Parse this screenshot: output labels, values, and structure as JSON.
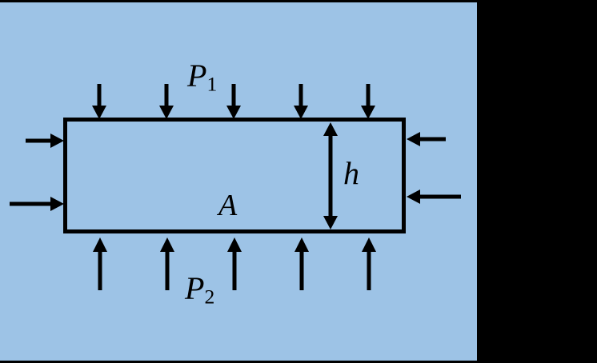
{
  "colors": {
    "fluid_blue": "#9DC3E6",
    "ink_black": "#000000",
    "backdrop_black": "#000000"
  },
  "labels": {
    "p1": {
      "base": "P",
      "sub": "1"
    },
    "p2": {
      "base": "P",
      "sub": "2"
    },
    "area": "A",
    "height": "h"
  },
  "arrows": {
    "top_down_count": 5,
    "bottom_up_count": 5,
    "left_side_count": 2,
    "right_side_count": 2,
    "dimension_arrow": "double-headed-vertical"
  }
}
